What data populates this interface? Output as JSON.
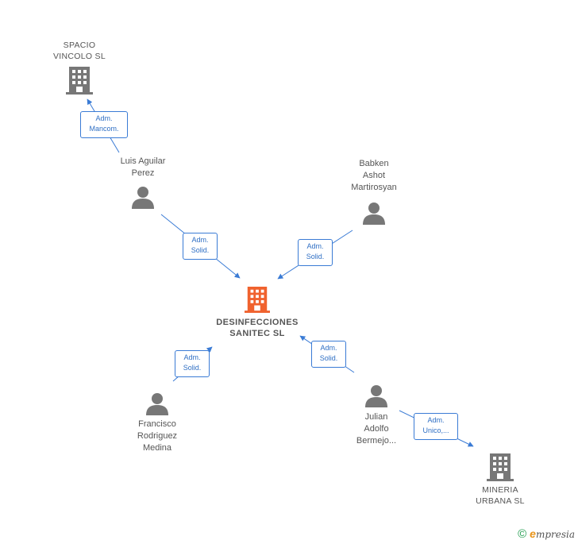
{
  "colors": {
    "edge": "#3a7bd5",
    "person": "#777777",
    "company": "#777777",
    "focal": "#f0622e"
  },
  "nodes": {
    "spacio": {
      "line1": "SPACIO",
      "line2": "VINCOLO  SL",
      "icon": "building-icon"
    },
    "focal": {
      "line1": "DESINFECCIONES",
      "line2": "SANITEC  SL",
      "icon": "building-icon"
    },
    "mineria": {
      "line1": "MINERIA",
      "line2": "URBANA  SL",
      "icon": "building-icon"
    },
    "luis": {
      "line1": "Luis Aguilar",
      "line2": "Perez",
      "icon": "person-icon"
    },
    "babken": {
      "line1": "Babken",
      "line2": "Ashot",
      "line3": "Martirosyan",
      "icon": "person-icon"
    },
    "francisco": {
      "line1": "Francisco",
      "line2": "Rodriguez",
      "line3": "Medina",
      "icon": "person-icon"
    },
    "julian": {
      "line1": "Julian",
      "line2": "Adolfo",
      "line3": "Bermejo...",
      "icon": "person-icon"
    }
  },
  "edges": {
    "luis_spacio": {
      "line1": "Adm.",
      "line2": "Mancom."
    },
    "luis_focal": {
      "line1": "Adm.",
      "line2": "Solid."
    },
    "babken_focal": {
      "line1": "Adm.",
      "line2": "Solid."
    },
    "francisco_focal": {
      "line1": "Adm.",
      "line2": "Solid."
    },
    "julian_focal": {
      "line1": "Adm.",
      "line2": "Solid."
    },
    "julian_mineria": {
      "line1": "Adm.",
      "line2": "Unico,..."
    }
  },
  "footer": {
    "copyright": "©",
    "brand_e": "e",
    "brand_rest": "mpresia"
  }
}
